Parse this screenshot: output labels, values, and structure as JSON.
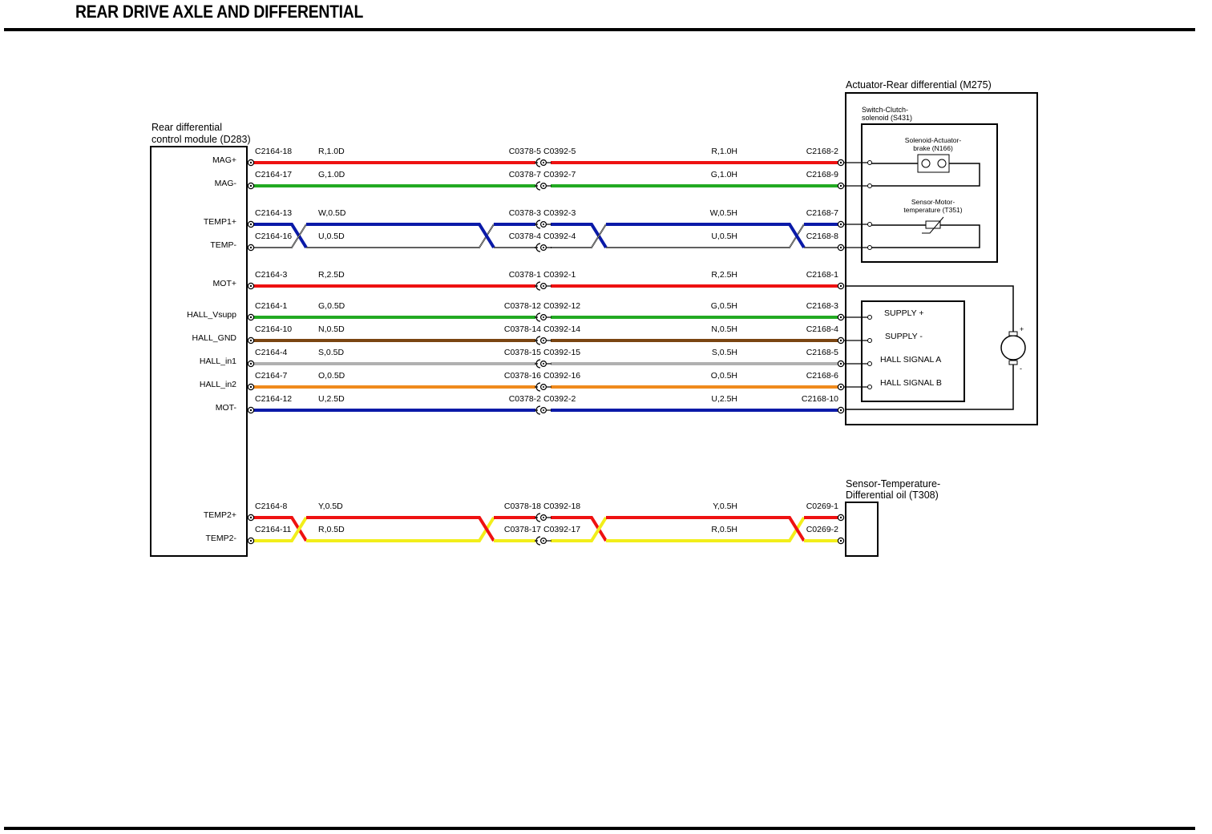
{
  "title": "REAR DRIVE AXLE AND DIFFERENTIAL",
  "colors": {
    "R": "#ee1111",
    "G": "#22aa22",
    "W": "#ffffff",
    "U": "#0a1aa8",
    "N": "#7a4512",
    "S": "#b0b0b0",
    "O": "#f08a1c",
    "Y": "#f2ee1a"
  },
  "components": {
    "module": {
      "label1": "Rear differential",
      "label2": "control module (D283)"
    },
    "actuator": {
      "label": "Actuator-Rear differential (M275)"
    },
    "switch": {
      "label1": "Switch-Clutch-",
      "label2": "solenoid (S431)"
    },
    "solenoid": {
      "label1": "Solenoid-Actuator-",
      "label2": "brake (N166)"
    },
    "tempsensor": {
      "label1": "Sensor-Motor-",
      "label2": "temperature (T351)"
    },
    "hallbox": {
      "supply_plus": "SUPPLY +",
      "supply_minus": "SUPPLY -",
      "hall_a": "HALL SIGNAL A",
      "hall_b": "HALL SIGNAL B"
    },
    "oilsensor": {
      "label1": "Sensor-Temperature-",
      "label2": "Differential oil (T308)"
    },
    "motor": {
      "plus": "+",
      "minus": "-"
    }
  },
  "wires": [
    {
      "pin": "MAG+",
      "c1": "C2164-18",
      "w1": "R,1.0D",
      "c2": "C0378-5",
      "c3": "C0392-5",
      "w2": "R,1.0H",
      "c4": "C2168-2",
      "color1": "R",
      "color2": "R"
    },
    {
      "pin": "MAG-",
      "c1": "C2164-17",
      "w1": "G,1.0D",
      "c2": "C0378-7",
      "c3": "C0392-7",
      "w2": "G,1.0H",
      "c4": "C2168-9",
      "color1": "G",
      "color2": "G"
    },
    {
      "pin": "TEMP1+",
      "c1": "C2164-13",
      "w1": "W,0.5D",
      "c2": "C0378-3",
      "c3": "C0392-3",
      "w2": "W,0.5H",
      "c4": "C2168-7",
      "color1": "W",
      "color2": "U",
      "twisted": true
    },
    {
      "pin": "TEMP-",
      "c1": "C2164-16",
      "w1": "U,0.5D",
      "c2": "C0378-4",
      "c3": "C0392-4",
      "w2": "U,0.5H",
      "c4": "C2168-8",
      "color1": "U",
      "color2": "W",
      "twisted": true
    },
    {
      "pin": "MOT+",
      "c1": "C2164-3",
      "w1": "R,2.5D",
      "c2": "C0378-1",
      "c3": "C0392-1",
      "w2": "R,2.5H",
      "c4": "C2168-1",
      "color1": "R",
      "color2": "R"
    },
    {
      "pin": "HALL_Vsupp",
      "c1": "C2164-1",
      "w1": "G,0.5D",
      "c2": "C0378-12",
      "c3": "C0392-12",
      "w2": "G,0.5H",
      "c4": "C2168-3",
      "color1": "G",
      "color2": "G"
    },
    {
      "pin": "HALL_GND",
      "c1": "C2164-10",
      "w1": "N,0.5D",
      "c2": "C0378-14",
      "c3": "C0392-14",
      "w2": "N,0.5H",
      "c4": "C2168-4",
      "color1": "N",
      "color2": "N"
    },
    {
      "pin": "HALL_in1",
      "c1": "C2164-4",
      "w1": "S,0.5D",
      "c2": "C0378-15",
      "c3": "C0392-15",
      "w2": "S,0.5H",
      "c4": "C2168-5",
      "color1": "S",
      "color2": "S"
    },
    {
      "pin": "HALL_in2",
      "c1": "C2164-7",
      "w1": "O,0.5D",
      "c2": "C0378-16",
      "c3": "C0392-16",
      "w2": "O,0.5H",
      "c4": "C2168-6",
      "color1": "O",
      "color2": "O"
    },
    {
      "pin": "MOT-",
      "c1": "C2164-12",
      "w1": "U,2.5D",
      "c2": "C0378-2",
      "c3": "C0392-2",
      "w2": "U,2.5H",
      "c4": "C2168-10",
      "color1": "U",
      "color2": "U"
    },
    {
      "pin": "TEMP2+",
      "c1": "C2164-8",
      "w1": "Y,0.5D",
      "c2": "C0378-18",
      "c3": "C0392-18",
      "w2": "Y,0.5H",
      "c4": "C0269-1",
      "color1": "R",
      "color2": "Y",
      "twisted": true
    },
    {
      "pin": "TEMP2-",
      "c1": "C2164-11",
      "w1": "R,0.5D",
      "c2": "C0378-17",
      "c3": "C0392-17",
      "w2": "R,0.5H",
      "c4": "C0269-2",
      "color1": "Y",
      "color2": "R",
      "twisted": true
    }
  ]
}
